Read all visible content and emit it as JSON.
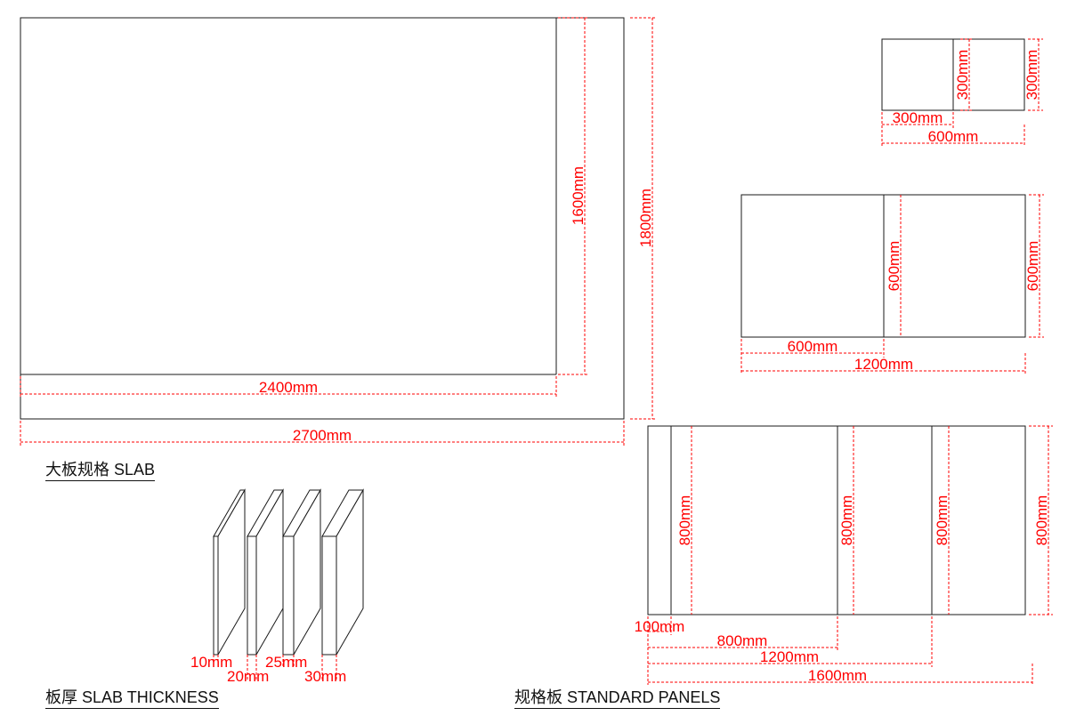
{
  "colors": {
    "outline": "#1a1a1a",
    "dimension": "#ff0000"
  },
  "slab": {
    "caption": "大板规格 SLAB",
    "width_large": "2700mm",
    "height_large": "1800mm",
    "width_inner": "2400mm",
    "height_inner": "1600mm"
  },
  "thickness": {
    "caption": "板厚 SLAB THICKNESS",
    "labels": [
      "10mm",
      "20mm",
      "25mm",
      "30mm"
    ]
  },
  "panels": {
    "caption": "规格板 STANDARD PANELS",
    "small": {
      "width_total": "600mm",
      "width_half": "300mm",
      "height_mid": "300mm",
      "height_right": "300mm"
    },
    "medium": {
      "width_total": "1200mm",
      "width_half": "600mm",
      "height_mid": "600mm",
      "height_right": "600mm"
    },
    "large": {
      "width_total": "1600mm",
      "width_1200": "1200mm",
      "width_800": "800mm",
      "width_100": "100mm",
      "height_1": "800mm",
      "height_2": "800mm",
      "height_3": "800mm",
      "height_right": "800mm"
    }
  }
}
